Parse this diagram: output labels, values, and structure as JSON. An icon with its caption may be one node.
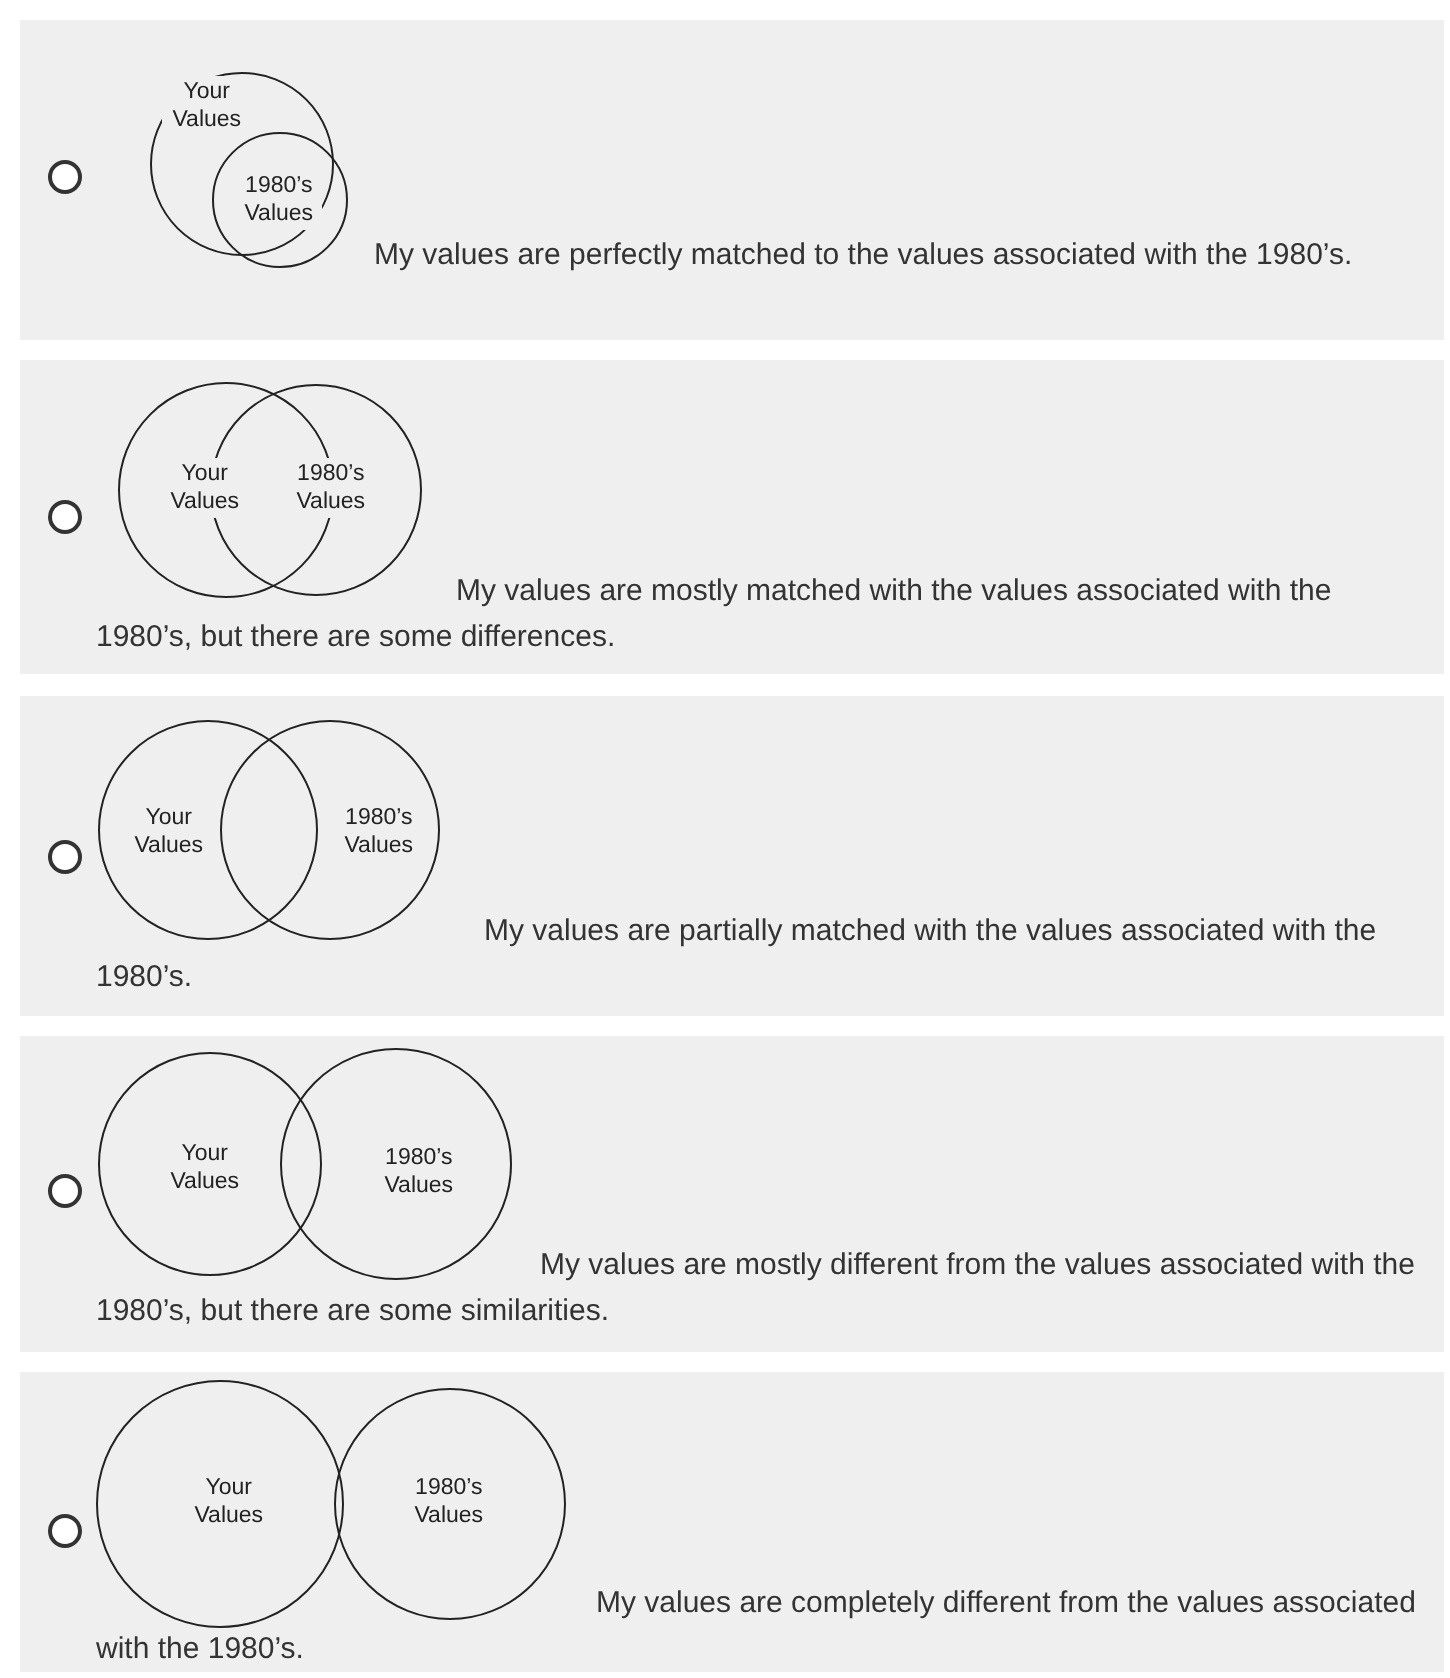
{
  "diagram": {
    "nodes": [
      {
        "text": [
          "My values are perfectly matched to the values associated with the 1980’s."
        ]
      },
      {
        "text": [
          "Your Values"
        ],
        "in": 0
      },
      {
        "text": [
          "1980’s Values"
        ],
        "in": 0
      },
      {
        "text": [
          "My values are mostly matched with the values associated with the 1980’s, but there are some differences."
        ]
      },
      {
        "text": [
          "Your Values"
        ],
        "in": 3
      },
      {
        "text": [
          "1980’s Values"
        ],
        "in": 3
      },
      {
        "text": [
          "My values are partially matched with the values associated with the 1980’s."
        ]
      },
      {
        "text": [
          "Your Values"
        ],
        "in": 6
      },
      {
        "text": [
          "1980’s Values"
        ],
        "in": 6
      },
      {
        "text": [
          "My values are mostly different from the values associated with the 1980’s, but there are some similarities."
        ]
      },
      {
        "text": [
          "Your Values"
        ],
        "in": 9
      },
      {
        "text": [
          "1980’s Values"
        ],
        "in": 9
      },
      {
        "text": [
          "My values are completely different from the values associated with the 1980’s."
        ]
      },
      {
        "text": [
          "Your Values"
        ],
        "in": 12
      },
      {
        "text": [
          "1980’s Values"
        ],
        "in": 12
      }
    ]
  }
}
